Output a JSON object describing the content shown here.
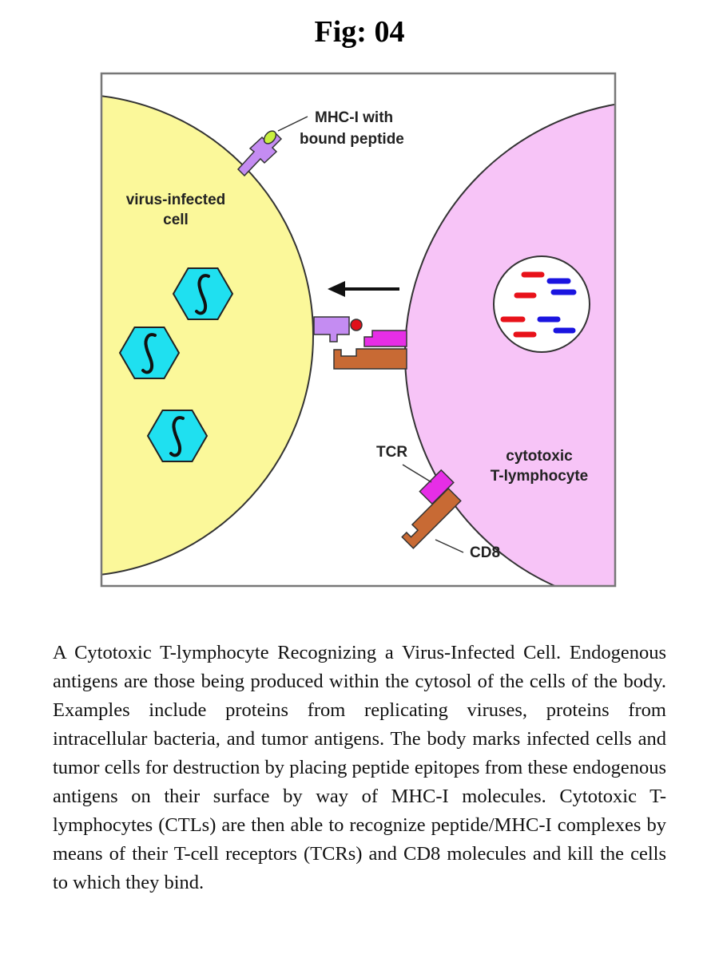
{
  "figure": {
    "title": "Fig: 04",
    "labels": {
      "mhc": [
        "MHC-I with",
        "bound peptide"
      ],
      "virus_cell": [
        "virus-infected",
        "cell"
      ],
      "ctl": [
        "cytotoxic",
        "T-lymphocyte"
      ],
      "tcr": "TCR",
      "cd8": "CD8"
    },
    "colors": {
      "virus_cell": "#fbf89a",
      "ctl": "#f7c4f7",
      "virus_particle": "#1fe0f0",
      "mhc": "#c48cf2",
      "peptide": "#e0101a",
      "tcr": "#e62ee6",
      "cd8": "#c86a34",
      "red_bar": "#e8121a",
      "blue_bar": "#1a14e0"
    }
  },
  "caption": "A Cytotoxic T-lymphocyte Recognizing a Virus-Infected Cell. Endogenous antigens are those being produced within the cytosol of the cells of the body. Examples include proteins from replicating viruses, proteins from intracellular bacteria, and tumor antigens. The body marks infected cells and tumor cells for destruction by placing peptide epitopes from these endogenous antigens on their surface by way of MHC-I molecules. Cytotoxic T-lymphocytes (CTLs) are then able to recognize peptide/MHC-I complexes by means of their T-cell receptors (TCRs) and CD8 molecules and kill the cells to which they bind."
}
